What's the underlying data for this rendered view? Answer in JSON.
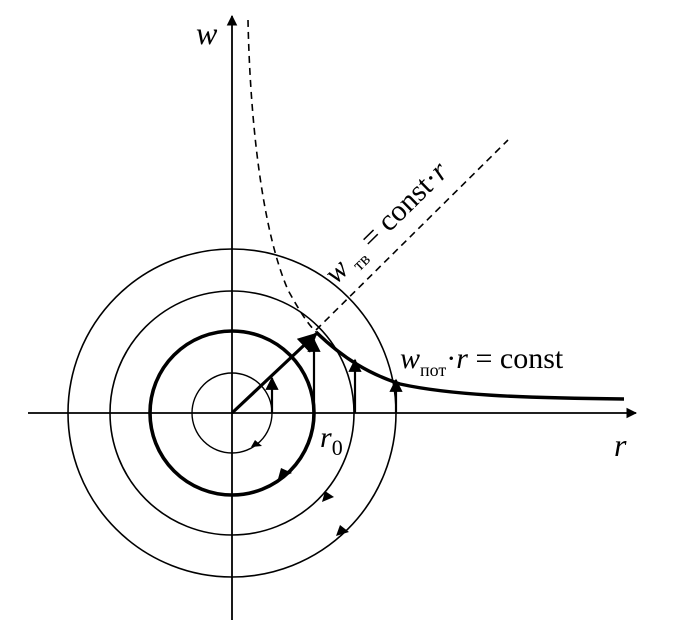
{
  "axes": {
    "x_label": "r",
    "y_label": "w"
  },
  "labels": {
    "r0_main": "r",
    "r0_sub": "0",
    "solid_w": "w",
    "solid_sub": "тв",
    "solid_rest": " = const·",
    "solid_r": "r",
    "vortex_w": "w",
    "vortex_sub": "пот",
    "vortex_dot": "·",
    "vortex_r": "r",
    "vortex_rest": " = const"
  },
  "colors": {
    "ink": "#000000",
    "background": "#ffffff"
  }
}
